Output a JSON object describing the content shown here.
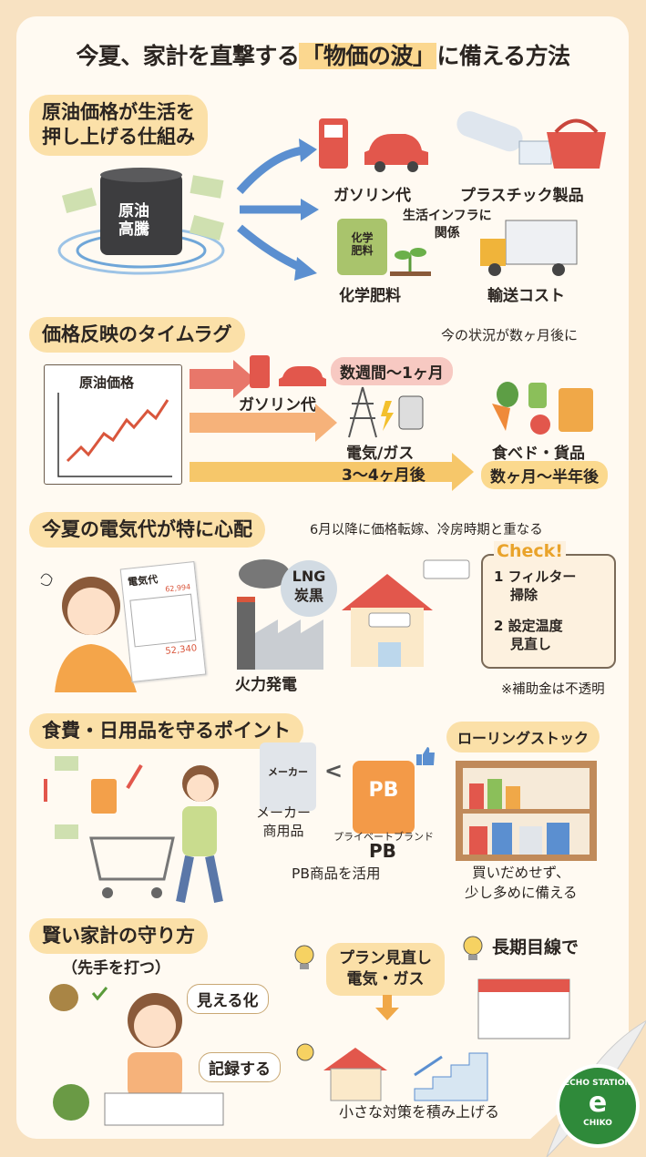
{
  "title": {
    "pre": "今夏、家計を直撃する",
    "highlight": "「物価の波」",
    "post": "に備える方法"
  },
  "s1": {
    "heading_1": "原油価格が生活を",
    "heading_2": "押し上げる仕組み",
    "barrel_1": "原油",
    "barrel_2": "高騰",
    "items": [
      "ガソリン代",
      "プラスチック製品",
      "化学肥料",
      "輸送コスト"
    ],
    "center_1": "生活インフラに",
    "center_2": "関係",
    "fertilizer_bag_1": "化学",
    "fertilizer_bag_2": "肥料"
  },
  "s2": {
    "heading": "価格反映のタイムラグ",
    "note": "今の状況が数ヶ月後に",
    "chart_label": "原油価格",
    "gas": "ガソリン代",
    "gas_lag": "数週間〜1ヶ月",
    "energy": "電気/ガス",
    "energy_lag": "3〜4ヶ月後",
    "food": "食べド・貨品",
    "food_lag": "数ヶ月〜半年後"
  },
  "s3": {
    "heading": "今夏の電気代が特に心配",
    "note": "6月以降に価格転嫁、冷房時期と重なる",
    "bill_title": "電気代",
    "bill_top": "62,994",
    "bill_total": "52,340",
    "fuel_1": "LNG",
    "fuel_2": "炭黒",
    "plant": "火力発電",
    "check_title": "Check!",
    "check_1a": "1 フィルター",
    "check_1b": "掃除",
    "check_2a": "2 設定温度",
    "check_2b": "見直し",
    "footnote": "※補助金は不透明"
  },
  "s4": {
    "heading": "食費・日用品を守るポイント",
    "maker_bag": "メーカー",
    "maker_1": "メーカー",
    "maker_2": "商用品",
    "compare": "<",
    "pb_bag": "PB",
    "pb_brand": "プライベートブランド",
    "pb": "PB",
    "pb_use": "PB商品を活用",
    "rolling": "ローリングストック",
    "rolling_1": "買いだめせず、",
    "rolling_2": "少し多めに備える"
  },
  "s5": {
    "heading": "賢い家計の守り方",
    "sub": "（先手を打つ）",
    "visual": "見える化",
    "record": "記録する",
    "plan_1": "プラン見直し",
    "plan_2": "電気・ガス",
    "long": "長期目線で",
    "steps": "小さな対策を積み上げる"
  },
  "logo": {
    "top": "ECHO STATION",
    "bottom": "CHIKO"
  },
  "colors": {
    "background": "#f8e2c2",
    "pill": "#fbe0a8",
    "accent_red": "#e2574c",
    "arrow_blue": "#5b8fd0",
    "logo_green": "#2f8a3a"
  }
}
